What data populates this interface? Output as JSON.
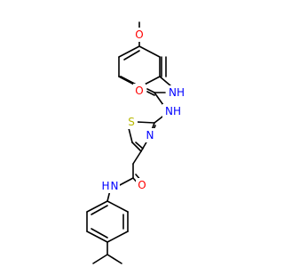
{
  "colors": {
    "background": "#ffffff",
    "bond": "#000000",
    "O": "#ff0000",
    "N": "#0000ff",
    "S": "#b8b800"
  },
  "atoms": [
    {
      "id": "O_methoxy",
      "text": "O",
      "element": "O"
    },
    {
      "id": "NH_urea_top",
      "text": "NH",
      "element": "N"
    },
    {
      "id": "O_urea",
      "text": "O",
      "element": "O"
    },
    {
      "id": "NH_urea_bottom",
      "text": "NH",
      "element": "N"
    },
    {
      "id": "S_thiazole",
      "text": "S",
      "element": "S"
    },
    {
      "id": "N_thiazole",
      "text": "N",
      "element": "N"
    },
    {
      "id": "O_amide",
      "text": "O",
      "element": "O"
    },
    {
      "id": "NH_amide",
      "text": "N",
      "element": "N"
    },
    {
      "id": "H_amide",
      "text": "H",
      "element": "N"
    }
  ]
}
